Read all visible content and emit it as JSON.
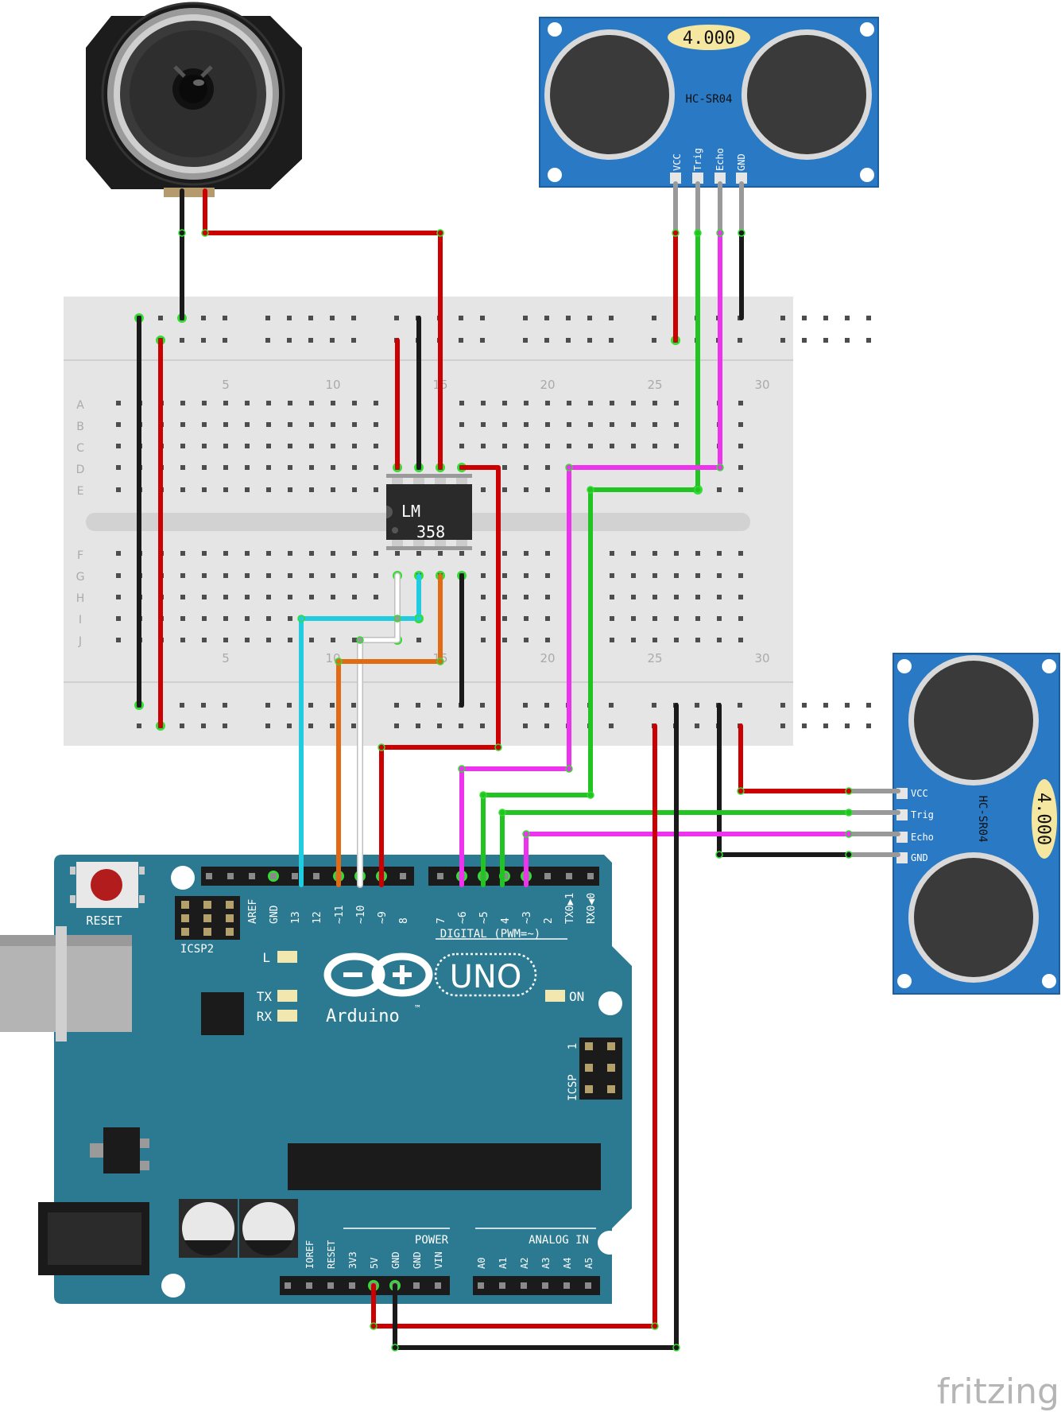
{
  "speaker": {
    "name": "speaker"
  },
  "sensor_top": {
    "display": "4.000",
    "model": "HC-SR04",
    "pins": [
      "VCC",
      "Trig",
      "Echo",
      "GND"
    ]
  },
  "sensor_right": {
    "display": "4.000",
    "model": "HC-SR04",
    "pins": [
      "VCC",
      "Trig",
      "Echo",
      "GND"
    ]
  },
  "breadboard": {
    "rows": [
      "A",
      "B",
      "C",
      "D",
      "E",
      "F",
      "G",
      "H",
      "I",
      "J"
    ],
    "column_numbers": [
      "5",
      "10",
      "15",
      "20",
      "25",
      "30"
    ]
  },
  "chip": {
    "line1": "LM",
    "line2": "358"
  },
  "arduino": {
    "reset_label": "RESET",
    "icsp2_label": "ICSP2",
    "icsp_label": "ICSP",
    "icsp_pin1": "1",
    "digital_label": "DIGITAL (PWM=~)",
    "digital_pins": [
      "AREF",
      "GND",
      "13",
      "12",
      "~11",
      "~10",
      "~9",
      "8",
      "7",
      "~6",
      "~5",
      "4",
      "~3",
      "2",
      "TX0▶1",
      "RX0◀0"
    ],
    "led_labels": {
      "l": "L",
      "tx": "TX",
      "rx": "RX",
      "on": "ON"
    },
    "brand": "Arduino",
    "trademark": "™",
    "model": "UNO",
    "power_label": "POWER",
    "power_pins": [
      "IOREF",
      "RESET",
      "3V3",
      "5V",
      "GND",
      "GND",
      "VIN"
    ],
    "analog_label": "ANALOG IN",
    "analog_pins": [
      "A0",
      "A1",
      "A2",
      "A3",
      "A4",
      "A5"
    ]
  },
  "colors": {
    "arduino": "#2b7a91",
    "sensor": "#2a79c4",
    "breadboard": "#e5e5e5",
    "wire_red": "#cc0000",
    "wire_black": "#1a1a1a",
    "wire_green": "#22c422",
    "wire_magenta": "#ee33ee",
    "wire_cyan": "#22cce0",
    "wire_orange": "#e26a12",
    "wire_white": "#ffffff",
    "hole_highlight": "#33dd33"
  },
  "watermark": "fritzing"
}
